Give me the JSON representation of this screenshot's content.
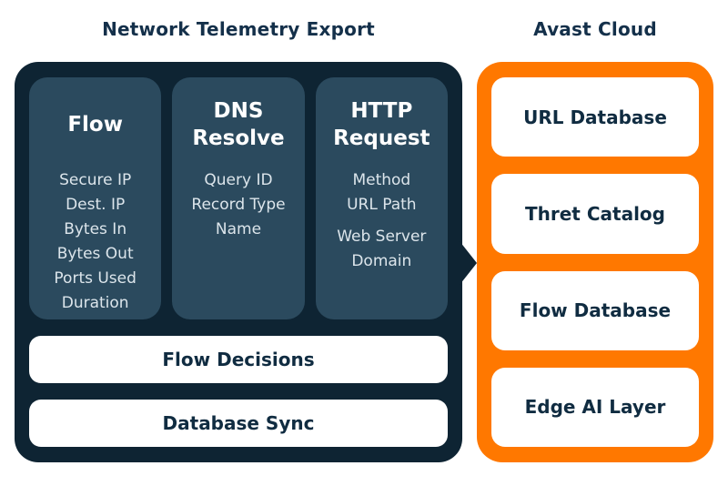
{
  "colors": {
    "background": "#ffffff",
    "panel_dark": "#0e2433",
    "column_fill": "#2b4a5e",
    "accent_orange": "#ff7800",
    "heading_on_dark": "#ffffff",
    "item_text_on_dark": "#dce5eb",
    "dark_text": "#14304a"
  },
  "left_panel": {
    "title": "Network Telemetry Export",
    "columns": [
      {
        "title": "Flow",
        "items": [
          "Secure IP",
          "Dest. IP",
          "Bytes In",
          "Bytes Out",
          "Ports Used",
          "Duration"
        ]
      },
      {
        "title": "DNS Resolve",
        "items": [
          "Query ID",
          "Record Type",
          "Name"
        ]
      },
      {
        "title": "HTTP Request",
        "items": [
          "Method",
          "URL Path",
          "Web Server Domain"
        ]
      }
    ],
    "rows": [
      {
        "label": "Flow Decisions"
      },
      {
        "label": "Database Sync"
      }
    ]
  },
  "right_panel": {
    "title": "Avast Cloud",
    "boxes": [
      {
        "label": "URL Database"
      },
      {
        "label": "Thret Catalog"
      },
      {
        "label": "Flow Database"
      },
      {
        "label": "Edge AI Layer"
      }
    ]
  }
}
